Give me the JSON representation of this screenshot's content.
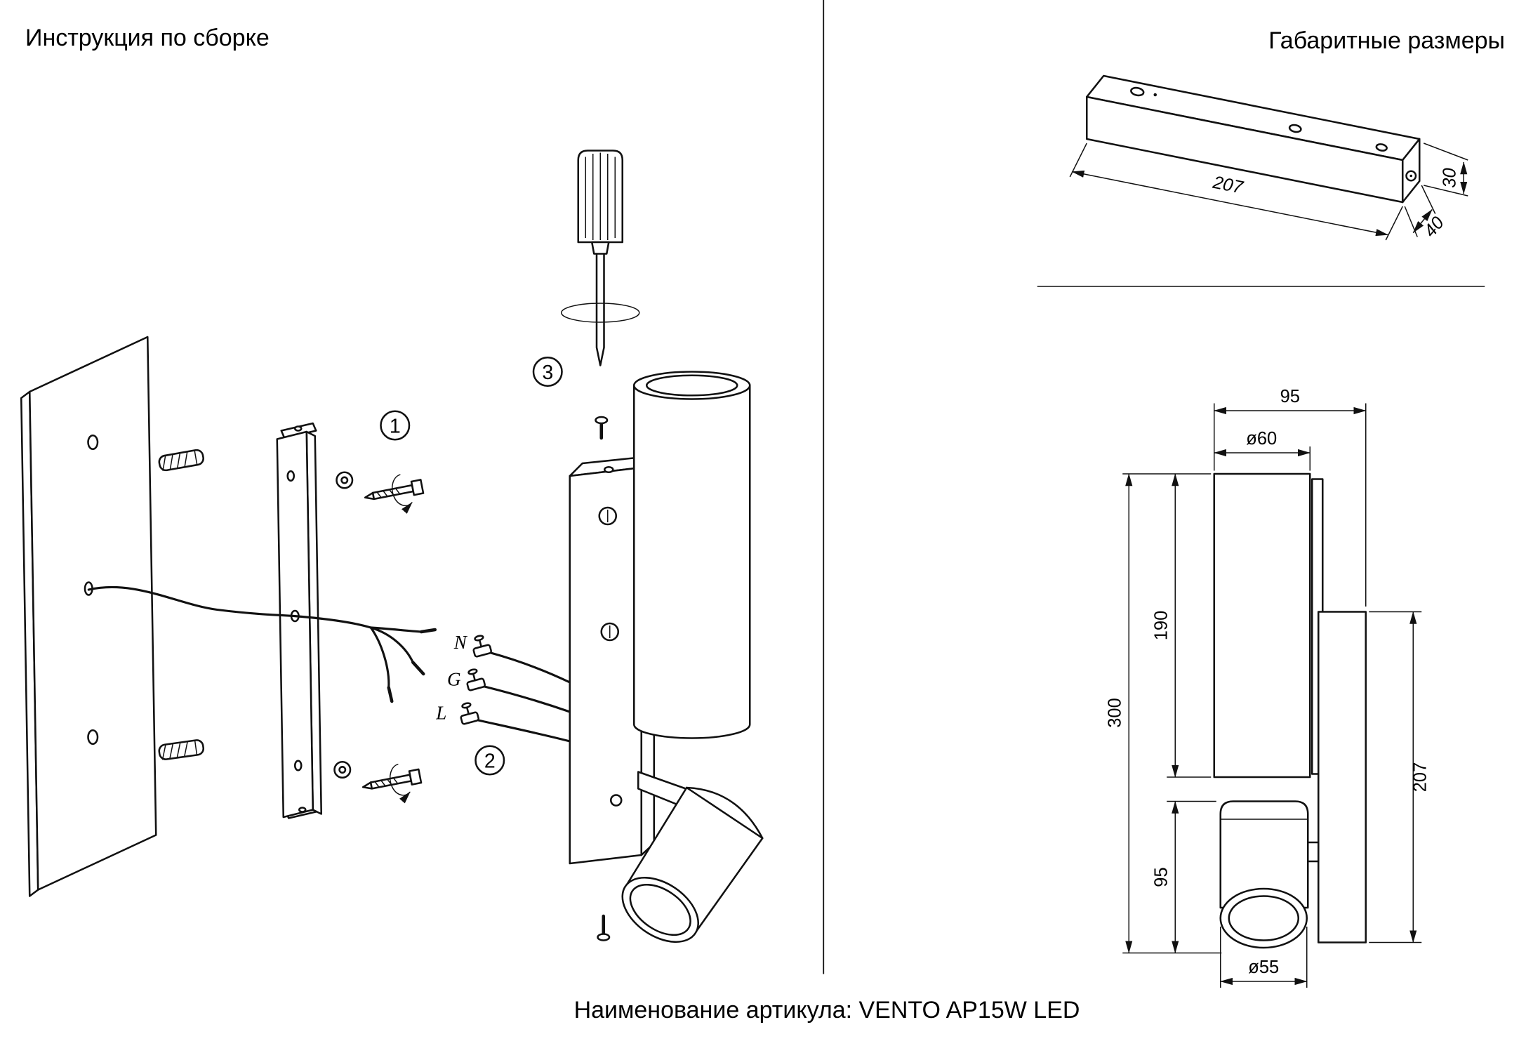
{
  "page": {
    "left_title": "Инструкция по сборке",
    "right_title": "Габаритные размеры",
    "footer": "Наименование артикула: VENTO AP15W LED"
  },
  "assembly": {
    "steps": {
      "s1": "1",
      "s2": "2",
      "s3": "3"
    },
    "wires": {
      "n": "N",
      "g": "G",
      "l": "L"
    }
  },
  "dims": {
    "bracket_length": "207",
    "bracket_depth": "40",
    "bracket_height": "30",
    "lamp_width": "95",
    "tube_diameter": "ø60",
    "tube_height": "190",
    "total_height": "300",
    "spot_height": "95",
    "plate_height": "207",
    "spot_diameter": "ø55"
  }
}
